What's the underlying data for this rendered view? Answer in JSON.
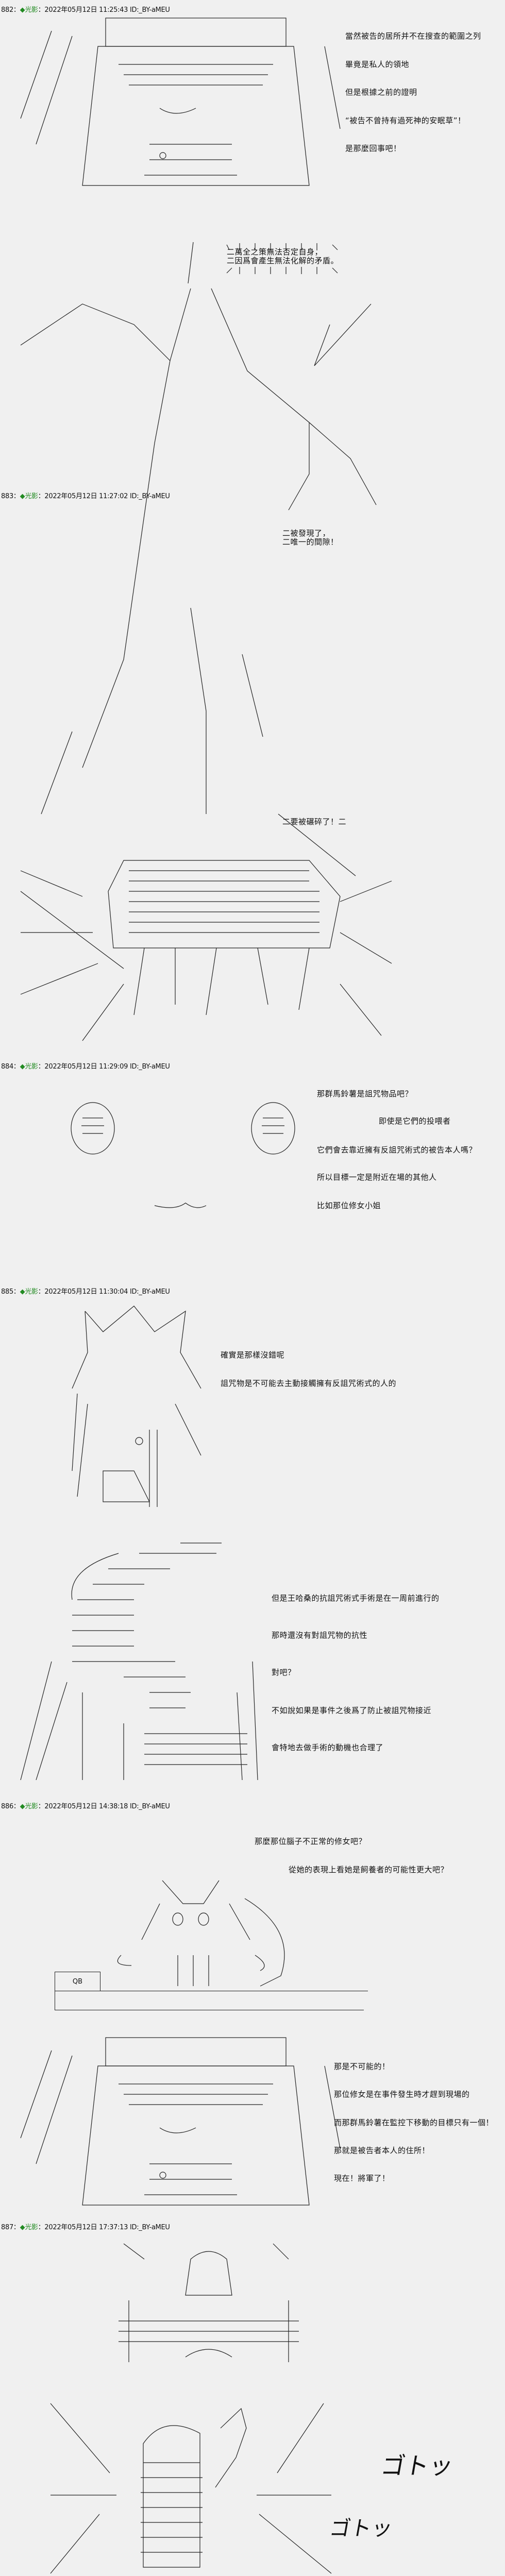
{
  "posts": [
    {
      "num": "882",
      "sep": "：",
      "diamond": "◆",
      "name": "光影",
      "meta": "：2022年05月12日 11:25:43 ID:_BY-aMEU",
      "lines": [
        "當然被告的居所并不在搜查的範圍之列",
        "畢竟是私人的領地",
        "但是根據之前的證明",
        "“被告不曾持有過死神的安眠草”！",
        "是那麼回事吧！"
      ],
      "bubble": [
        "二萬全之策無法否定自身，",
        "二因爲會產生無法化解的矛盾。"
      ]
    },
    {
      "num": "883",
      "sep": "：",
      "diamond": "◆",
      "name": "光影",
      "meta": "：2022年05月12日 11:27:02 ID:_BY-aMEU",
      "bubble": [
        "二被發現了，",
        "二唯一的間隙！"
      ],
      "bubble2": "二要被碾碎了！二"
    },
    {
      "num": "884",
      "sep": "：",
      "diamond": "◆",
      "name": "光影",
      "meta": "：2022年05月12日 11:29:09 ID:_BY-aMEU",
      "lines": [
        "那群馬鈴薯是詛咒物品吧？",
        "即使是它們的投喂者",
        "它們會去靠近擁有反詛咒術式的被告本人嗎？",
        "所以目標一定是附近在場的其他人",
        "比如那位修女小姐"
      ]
    },
    {
      "num": "885",
      "sep": "：",
      "diamond": "◆",
      "name": "光影",
      "meta": "：2022年05月12日 11:30:04 ID:_BY-aMEU",
      "lines": [
        "確實是那樣沒錯呢",
        "詛咒物是不可能去主動接觸擁有反詛咒術式的人的",
        "但是王哈桑的抗詛咒術式手術是在一周前進行的",
        "那時還沒有對詛咒物的抗性",
        "對吧？",
        "不如說如果是事件之後爲了防止被詛咒物接近",
        "會特地去做手術的動機也合理了"
      ]
    },
    {
      "num": "886",
      "sep": "：",
      "diamond": "◆",
      "name": "光影",
      "meta": "：2022年05月12日 14:38:18 ID:_BY-aMEU",
      "lines": [
        "那麼那位腦子不正常的修女吧？",
        "從她的表現上看她是飼養者的可能性更大吧？",
        "那是不可能的！",
        "那位修女是在事件發生時才趕到現場的",
        "而那群馬鈴薯在監控下移動的目標只有一個！",
        "那就是被告者本人的住所！",
        "現在！將軍了！"
      ],
      "nameplate": "QB"
    },
    {
      "num": "887",
      "sep": "：",
      "diamond": "◆",
      "name": "光影",
      "meta": "：2022年05月12日 17:37:13 ID:_BY-aMEU",
      "sfx": [
        "ゴトッ",
        "ゴトッ"
      ]
    }
  ],
  "colors": {
    "background": "#f0f0f0",
    "name": "#228b22",
    "text": "#111111"
  }
}
